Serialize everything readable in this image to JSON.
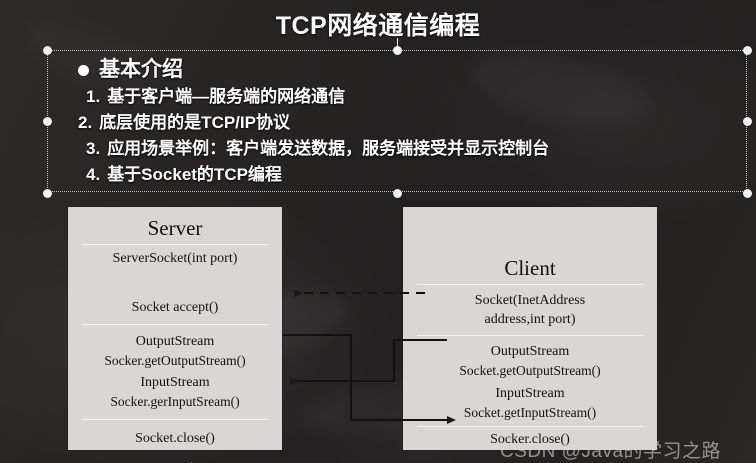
{
  "slide": {
    "title": "TCP网络通信编程",
    "background_color": "#262323"
  },
  "bullets": {
    "heading": "基本介绍",
    "items": [
      {
        "number": "1.",
        "text": "基于客户端—服务端的网络通信"
      },
      {
        "number": "2.",
        "text": "底层使用的是TCP/IP协议"
      },
      {
        "number": "3.",
        "text": "应用场景举例：客户端发送数据，服务端接受并显示控制台"
      },
      {
        "number": "4.",
        "text": "基于Socket的TCP编程"
      }
    ]
  },
  "diagram": {
    "server": {
      "title": "Server",
      "rows": [
        "ServerSocket(int port)",
        "Socket accept()",
        "OutputStream",
        "Socker.getOutputStream()",
        "InputStream",
        "Socker.gerInputSream()",
        "Socket.close()"
      ]
    },
    "client": {
      "title": "Client",
      "rows": [
        "Socket(InetAddress",
        "address,int port)",
        "OutputStream",
        "Socket.getOutputStream()",
        "InputStream",
        "Socket.getInputStream()",
        "Socker.close()"
      ]
    },
    "panel_color": "#d8d7d5"
  },
  "watermark": {
    "text": "CSDN @Java的学习之路"
  }
}
